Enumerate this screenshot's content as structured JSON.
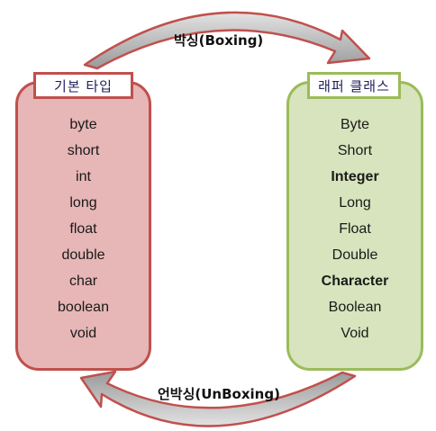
{
  "left_box": {
    "title": "기본 타입",
    "items": [
      "byte",
      "short",
      "int",
      "long",
      "float",
      "double",
      "char",
      "boolean",
      "void"
    ]
  },
  "right_box": {
    "title": "래퍼 클래스",
    "items": [
      "Byte",
      "Short",
      "Integer",
      "Long",
      "Float",
      "Double",
      "Character",
      "Boolean",
      "Void"
    ],
    "bold_items": [
      "Integer",
      "Character"
    ]
  },
  "arrows": {
    "top_label": "박싱(Boxing)",
    "bottom_label": "언박싱(UnBoxing)"
  },
  "colors": {
    "left_fill": "#e7b6b6",
    "left_border": "#c0504d",
    "right_fill": "#d7e4bd",
    "right_border": "#9bbb59",
    "arrow_fill": "#c6c6c6",
    "arrow_border": "#c0504d"
  }
}
